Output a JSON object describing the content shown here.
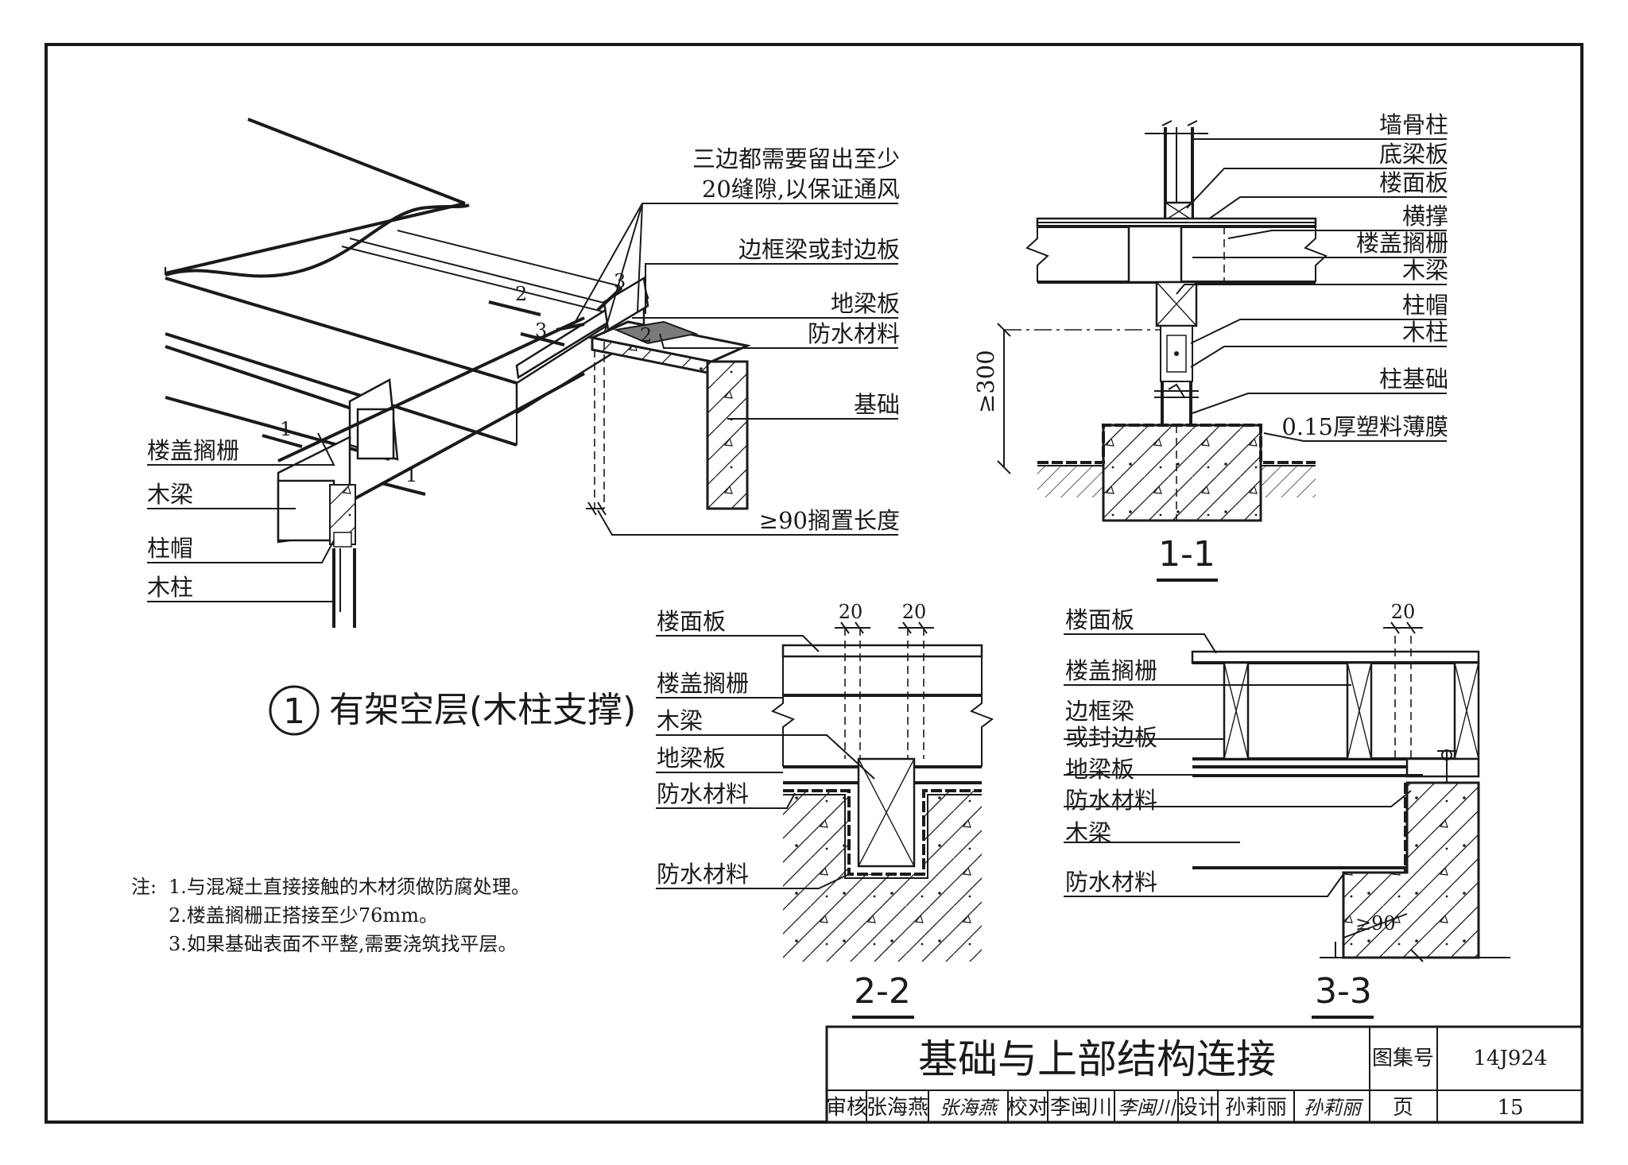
{
  "drawing": {
    "main_view": {
      "callout": "三边都需要留出至少\n20缝隙,以保证通风",
      "labels_right": [
        "边框梁或封边板",
        "地梁板",
        "防水材料",
        "基础",
        "≥90搁置长度"
      ],
      "labels_left": [
        "楼盖搁栅",
        "木梁",
        "柱帽",
        "木柱"
      ],
      "section_marks": [
        "1",
        "1",
        "2",
        "2",
        "3",
        "3"
      ],
      "detail_number": "1",
      "detail_title": "有架空层(木柱支撑)"
    },
    "section_1_1": {
      "labels": [
        "墙骨柱",
        "底梁板",
        "楼面板",
        "横撑",
        "楼盖搁栅",
        "木梁",
        "柱帽",
        "木柱",
        "柱基础",
        "0.15厚塑料薄膜"
      ],
      "dimension": "≥300",
      "title": "1-1"
    },
    "section_2_2": {
      "labels": [
        "楼面板",
        "楼盖搁栅",
        "木梁",
        "地梁板",
        "防水材料",
        "防水材料"
      ],
      "dimensions": [
        "20",
        "20"
      ],
      "title": "2-2"
    },
    "section_3_3": {
      "labels": [
        "楼面板",
        "楼盖搁栅",
        "边框梁",
        "或封边板",
        "地梁板",
        "防水材料",
        "木梁",
        "防水材料"
      ],
      "dimensions": [
        "20",
        "≥90"
      ],
      "title": "3-3"
    },
    "notes": {
      "heading": "注:",
      "items": [
        "1.与混凝土直接接触的木材须做防腐处理。",
        "2.楼盖搁栅正搭接至少76mm。",
        "3.如果基础表面不平整,需要浇筑找平层。"
      ]
    }
  },
  "title_block": {
    "title": "基础与上部结构连接",
    "atlas_label": "图集号",
    "atlas_number": "14J924",
    "page_label": "页",
    "page_number": "15",
    "review_label": "审核",
    "reviewer": "张海燕",
    "reviewer_signature": "张海燕",
    "check_label": "校对",
    "checker": "李闽川",
    "checker_signature": "李闽川",
    "design_label": "设计",
    "designer": "孙莉丽",
    "designer_signature": "孙莉丽"
  }
}
